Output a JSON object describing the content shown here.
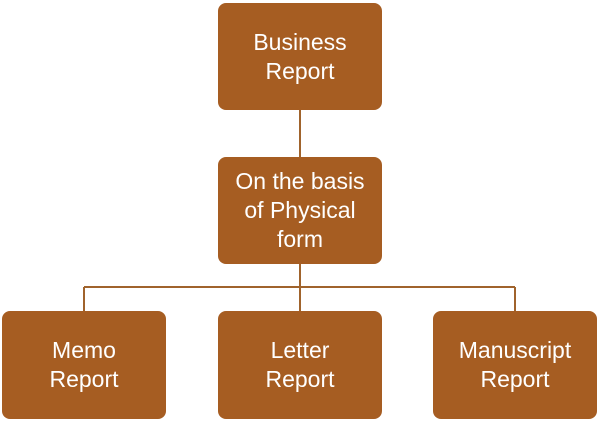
{
  "colors": {
    "node_fill": "#A65D22",
    "node_text": "#FFFFFF",
    "connector": "#A0632C"
  },
  "diagram": {
    "root": {
      "label": "Business\nReport"
    },
    "middle": {
      "label": "On the basis\nof Physical\nform"
    },
    "leaves": [
      {
        "label": "Memo\nReport"
      },
      {
        "label": "Letter\nReport"
      },
      {
        "label": "Manuscript\nReport"
      }
    ]
  }
}
